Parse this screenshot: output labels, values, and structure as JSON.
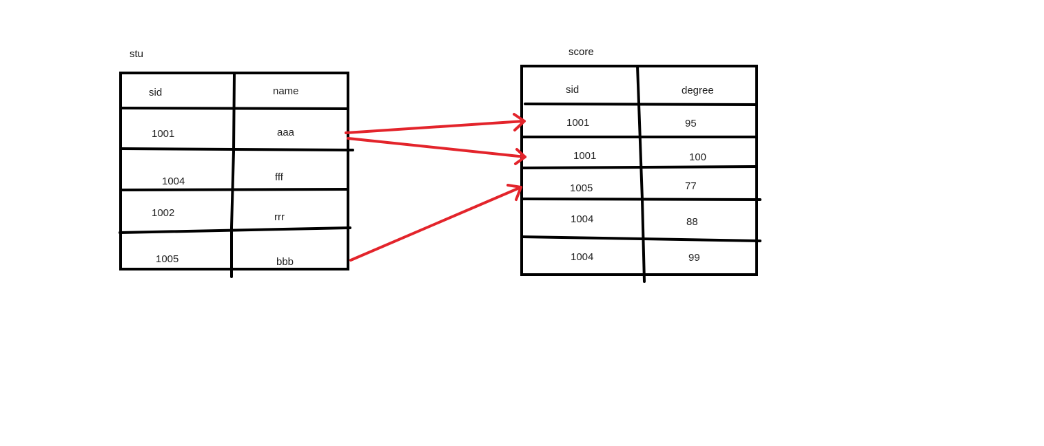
{
  "tables": [
    {
      "id": "stu",
      "title": "stu",
      "columns": [
        "sid",
        "name"
      ],
      "rows": [
        [
          "1001",
          "aaa"
        ],
        [
          "1004",
          "fff"
        ],
        [
          "1002",
          "rrr"
        ],
        [
          "1005",
          "bbb"
        ]
      ]
    },
    {
      "id": "score",
      "title": "score",
      "columns": [
        "sid",
        "degree"
      ],
      "rows": [
        [
          "1001",
          "95"
        ],
        [
          "1001",
          "100"
        ],
        [
          "1005",
          "77"
        ],
        [
          "1004",
          "88"
        ],
        [
          "1004",
          "99"
        ]
      ]
    }
  ],
  "relations": [
    {
      "from_table": "stu",
      "from_row": 0,
      "to_table": "score",
      "to_row": 0
    },
    {
      "from_table": "stu",
      "from_row": 0,
      "to_table": "score",
      "to_row": 1
    },
    {
      "from_table": "stu",
      "from_row": 3,
      "to_table": "score",
      "to_row": 2
    }
  ],
  "colors": {
    "line": "#000000",
    "arrow": "#e3242b",
    "text": "#222222"
  }
}
